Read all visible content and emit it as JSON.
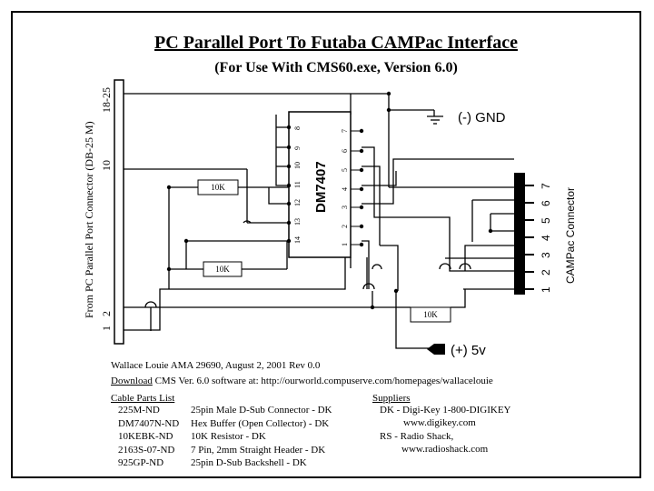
{
  "title": "PC Parallel Port To Futaba CAMPac Interface",
  "subtitle": "(For Use With CMS60.exe, Version 6.0)",
  "left_connector": {
    "label": "From PC Parallel Port Connector (DB-25 M)",
    "pins": [
      "18-25",
      "10",
      "2",
      "1"
    ]
  },
  "chip": {
    "name": "DM7407",
    "top_pins": [
      "8",
      "9",
      "10",
      "11",
      "12",
      "13",
      "14"
    ],
    "bottom_pins": [
      "7",
      "6",
      "5",
      "4",
      "3",
      "2",
      "1"
    ]
  },
  "resistors": [
    "10K",
    "10K",
    "10K"
  ],
  "gnd_label": "(-) GND",
  "vcc_label": "(+) 5v",
  "campac": {
    "label": "CAMPac Connector",
    "pins": [
      "1",
      "2",
      "3",
      "4",
      "5",
      "6",
      "7"
    ]
  },
  "credit": "Wallace Louie AMA 29690, August 2, 2001 Rev 0.0",
  "download": {
    "label": "Download",
    "text": " CMS Ver. 6.0 software at: http://ourworld.compuserve.com/homepages/wallacelouie"
  },
  "parts": {
    "heading": "Cable Parts List",
    "items": [
      {
        "part": "225M-ND",
        "desc": "25pin Male D-Sub Connector - DK"
      },
      {
        "part": "DM7407N-ND",
        "desc": "Hex Buffer (Open Collector) - DK"
      },
      {
        "part": "10KEBK-ND",
        "desc": "10K Resistor - DK"
      },
      {
        "part": "2163S-07-ND",
        "desc": "7 Pin, 2mm Straight Header - DK"
      },
      {
        "part": "925GP-ND",
        "desc": "25pin D-Sub Backshell - DK"
      }
    ]
  },
  "suppliers": {
    "heading": "Suppliers",
    "lines": [
      "DK - Digi-Key 1-800-DIGIKEY",
      "www.digikey.com",
      "RS - Radio Shack,",
      "www.radioshack.com"
    ]
  }
}
